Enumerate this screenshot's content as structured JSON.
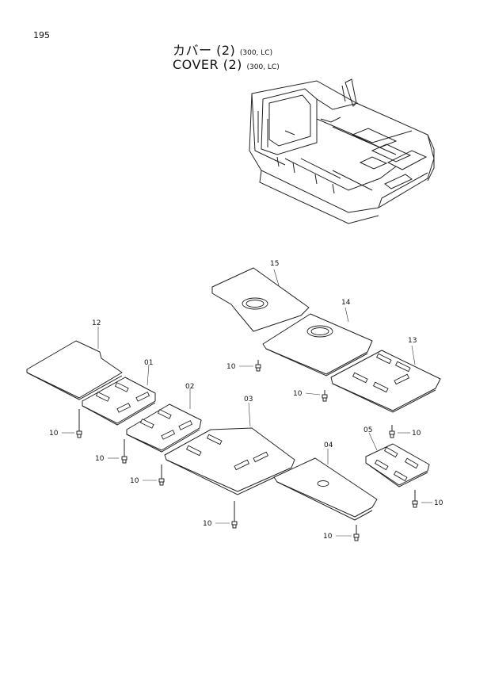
{
  "page_number": "195",
  "title": {
    "japanese": "カバー (2)",
    "english": "COVER (2)",
    "note": "(300, LC)"
  },
  "parts": [
    {
      "id": "p01",
      "label": "01"
    },
    {
      "id": "p02",
      "label": "02"
    },
    {
      "id": "p03",
      "label": "03"
    },
    {
      "id": "p04",
      "label": "04"
    },
    {
      "id": "p05",
      "label": "05"
    },
    {
      "id": "p10",
      "label": "10"
    },
    {
      "id": "p12",
      "label": "12"
    },
    {
      "id": "p13",
      "label": "13"
    },
    {
      "id": "p14",
      "label": "14"
    },
    {
      "id": "p15",
      "label": "15"
    }
  ]
}
